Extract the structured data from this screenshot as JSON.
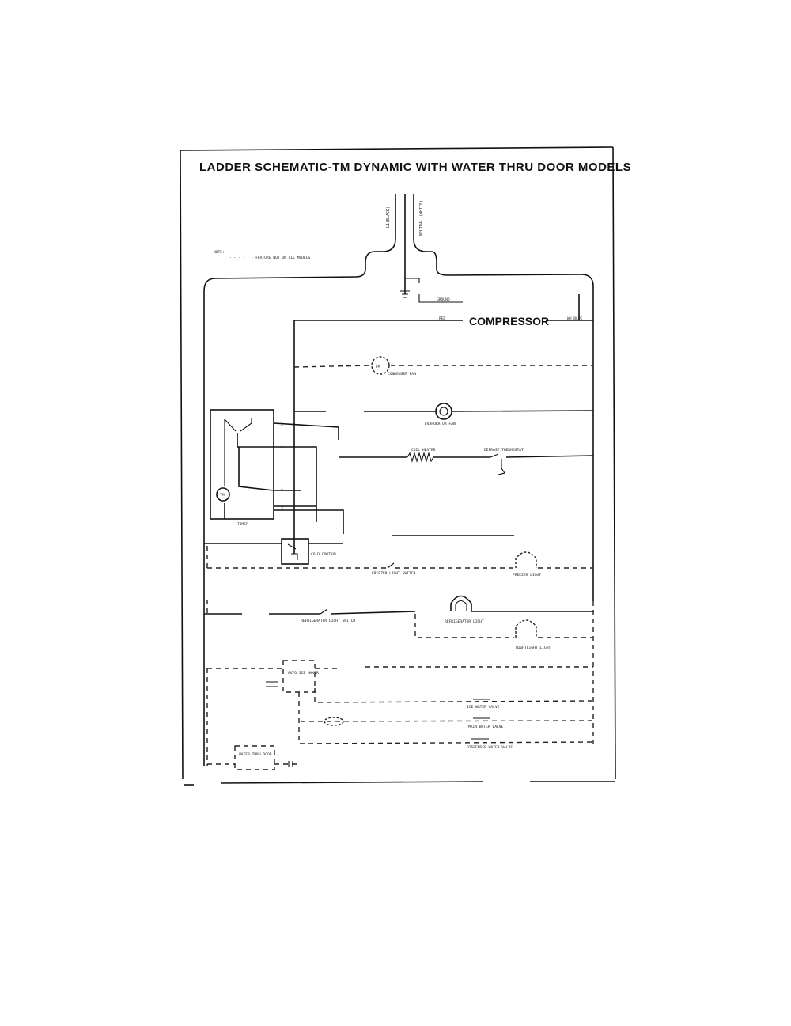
{
  "title": "LADDER SCHEMATIC-TM DYNAMIC WITH WATER THRU DOOR MODELS",
  "supply": {
    "line_left": "L1(BLACK)",
    "line_right": "NEUTRAL (WHITE)"
  },
  "note": {
    "label": "NOTE:",
    "text": "- - - - - - FEATURE NOT ON ALL MODELS"
  },
  "ground": "GROUND",
  "compressor": {
    "label": "COMPRESSOR",
    "left_tag": "RED",
    "right_tag": "WH BLUE"
  },
  "components": {
    "condenser_fan": "CONDENSER FAN",
    "evaporator_fan": "EVAPORATOR FAN",
    "coil_heater": "COIL HEATER",
    "defrost_thermostat": "DEFROST THERMOSTAT",
    "timer": "TIMER",
    "timer_motor": "TM",
    "timer_terminals": [
      "2",
      "1",
      "4",
      "3"
    ],
    "cold_control": "COLD CONTROL",
    "freezer_light_switch": "FREEZER LIGHT SWITCH",
    "freezer_light": "FREEZER LIGHT",
    "refrigerator_light_switch": "REFRIGERATOR LIGHT SWITCH",
    "refrigerator_light": "REFRIGERATOR LIGHT",
    "nightlight": "NIGHTLIGHT LIGHT",
    "ice_maker": "AUTO ICE MAKER",
    "ice_water_valve": "ICE WATER VALVE",
    "main_water_valve": "MAIN WATER VALVE",
    "dispenser_water_valve": "DISPENSER WATER VALVE",
    "water_thru_door": "WATER THRU DOOR"
  }
}
